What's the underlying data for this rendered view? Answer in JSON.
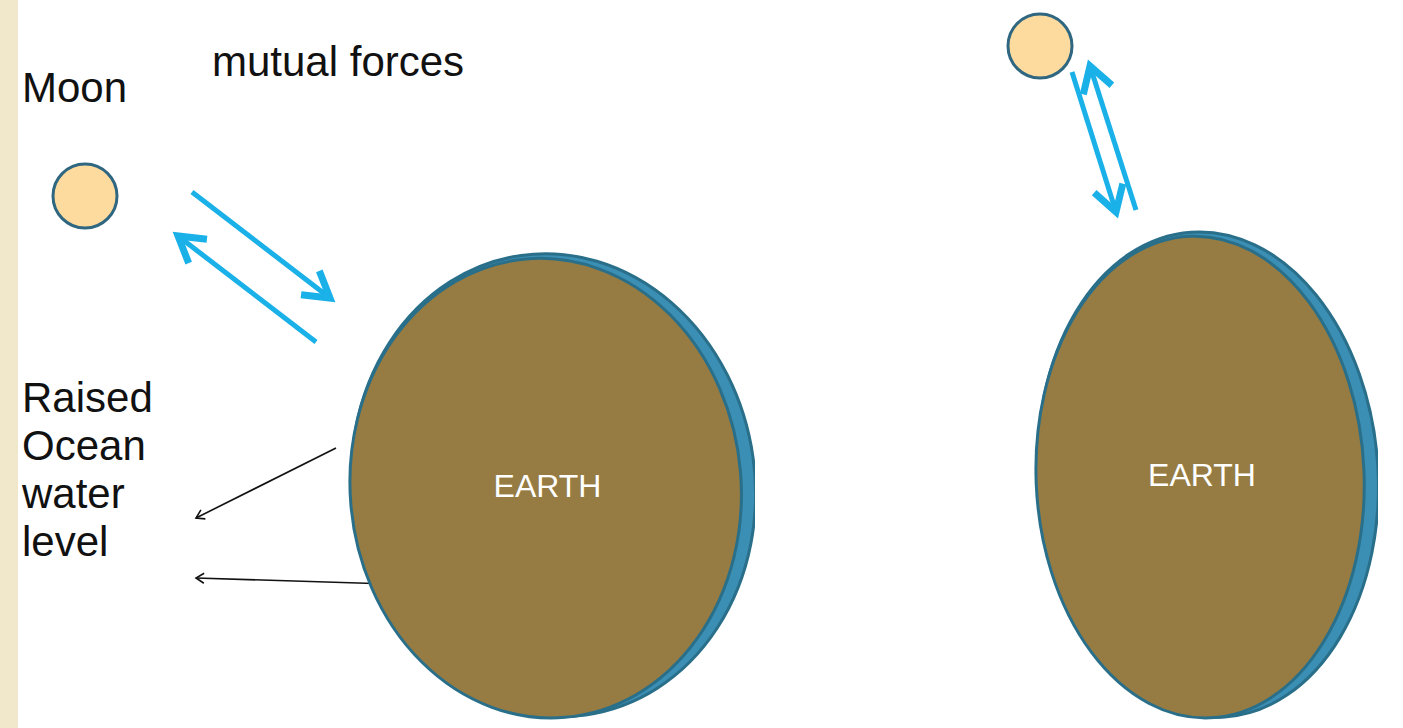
{
  "diagram": {
    "nodes": [
      {
        "text": [
          "EARTH"
        ]
      },
      {
        "text": [
          "EARTH"
        ]
      }
    ],
    "labels": [
      "Moon",
      "mutual forces",
      "Raised Ocean water level"
    ]
  }
}
